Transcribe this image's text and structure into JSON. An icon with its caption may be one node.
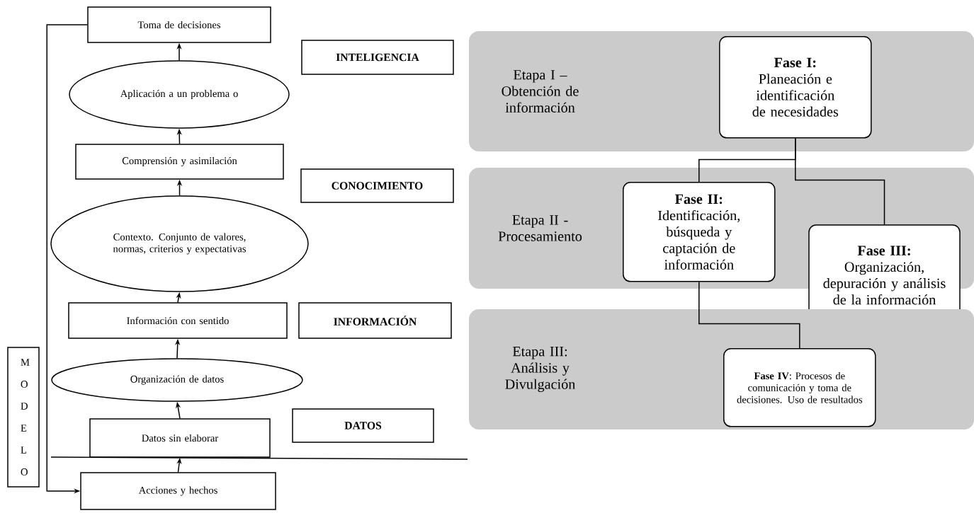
{
  "diagram": {
    "nodes": [
      {
        "text": [
          "Toma de decisiones"
        ]
      },
      {
        "text": [
          "INTELIGENCIA"
        ]
      },
      {
        "text": [
          "Aplicación a un problema o"
        ]
      },
      {
        "text": [
          "Comprensión y asimilación"
        ]
      },
      {
        "text": [
          "CONOCIMIENTO"
        ]
      },
      {
        "text": [
          "Contexto. Conjunto de valores, normas, criterios y expectativas"
        ]
      },
      {
        "text": [
          "Información con sentido"
        ]
      },
      {
        "text": [
          "INFORMACIÓN"
        ]
      },
      {
        "text": [
          "Organización de datos"
        ]
      },
      {
        "text": [
          "Datos sin elaborar"
        ]
      },
      {
        "text": [
          "DATOS"
        ]
      },
      {
        "text": [
          "M O D E L O"
        ]
      },
      {
        "text": [
          "Acciones y hechos"
        ]
      },
      {
        "text": [
          "Etapa I – Obtención de información"
        ]
      },
      {
        "text": [
          "Fase I:",
          "Planeación e identificación de necesidades"
        ],
        "in": 13
      },
      {
        "text": [
          "Etapa II - Procesamiento"
        ]
      },
      {
        "text": [
          "Fase II:",
          "Identificación, búsqueda y captación de información"
        ],
        "in": 15
      },
      {
        "text": [
          "**Fase III**:",
          "Organización, depuración y análisis de la información"
        ]
      },
      {
        "text": [
          "Etapa III: Análisis y Divulgación"
        ]
      },
      {
        "text": [
          "**Fase IV**: Procesos de comunicación y toma de decisiones. Uso de resultados"
        ],
        "in": 18
      }
    ],
    "edges": [
      {
        "from": 12,
        "to": 9,
        "arrow": "to"
      },
      {
        "from": 9,
        "to": 8,
        "arrow": "to"
      },
      {
        "from": 8,
        "to": 6,
        "arrow": "to"
      },
      {
        "from": 6,
        "to": 5,
        "arrow": "to"
      },
      {
        "from": 5,
        "to": 3,
        "arrow": "to"
      },
      {
        "from": 3,
        "to": 2,
        "arrow": "to"
      },
      {
        "from": 2,
        "to": 0,
        "arrow": "to"
      },
      {
        "from": 0,
        "to": 12,
        "arrow": "to"
      },
      {
        "from": 14,
        "to": 16,
        "arrow": "none"
      },
      {
        "from": 14,
        "to": 17,
        "arrow": "none"
      },
      {
        "from": 16,
        "to": 19,
        "arrow": "none"
      }
    ]
  }
}
